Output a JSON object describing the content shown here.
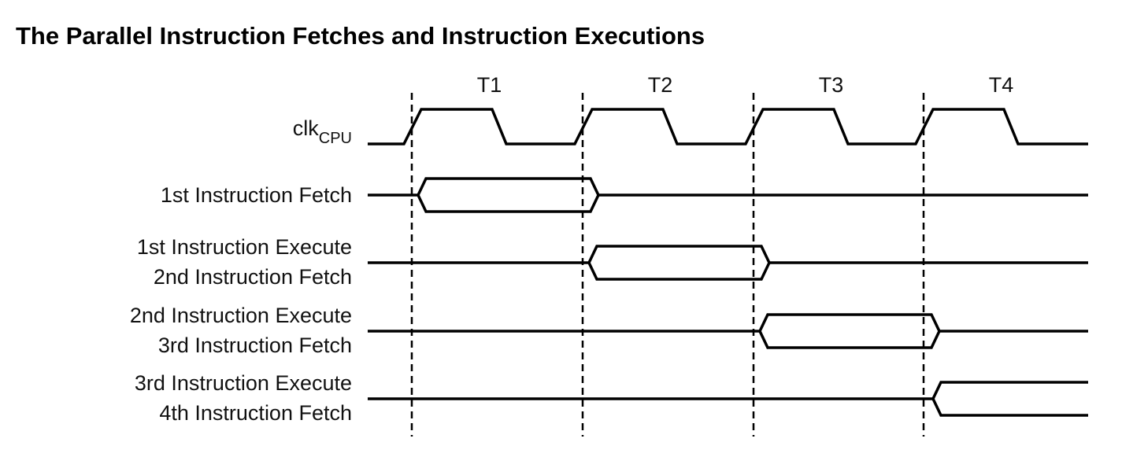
{
  "title": "The Parallel Instruction Fetches and Instruction Executions",
  "periods": [
    "T1",
    "T2",
    "T3",
    "T4"
  ],
  "clock": {
    "label": "clk",
    "subscript": "CPU"
  },
  "signals": [
    {
      "lines": [
        "1st Instruction Fetch"
      ],
      "active_period": 1
    },
    {
      "lines": [
        "1st Instruction Execute",
        "2nd Instruction Fetch"
      ],
      "active_period": 2
    },
    {
      "lines": [
        "2nd Instruction Execute",
        "3rd Instruction Fetch"
      ],
      "active_period": 3
    },
    {
      "lines": [
        "3rd Instruction Execute",
        "4th Instruction Fetch"
      ],
      "active_period": 4
    }
  ],
  "colors": {
    "line": "#000000",
    "text": "#111111"
  }
}
